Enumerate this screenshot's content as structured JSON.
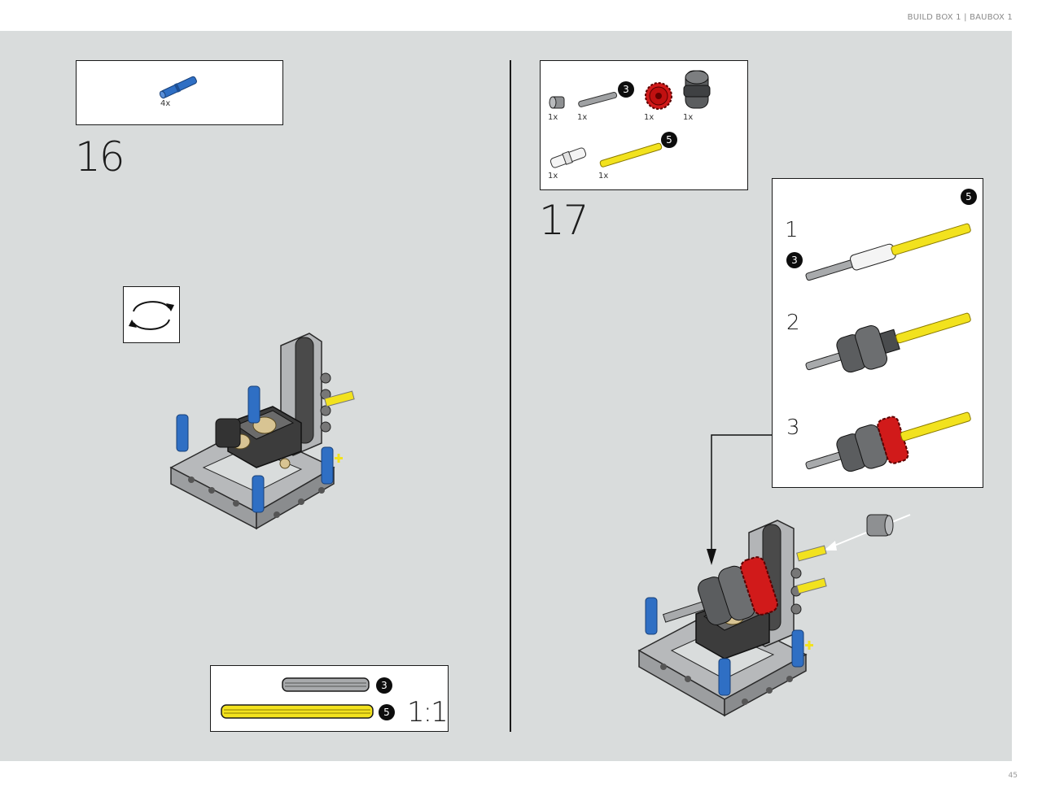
{
  "header": {
    "title": "BUILD BOX 1 | BAUBOX 1"
  },
  "page_number": "45",
  "step16": {
    "number": "16",
    "parts": [
      {
        "name": "blue-pin",
        "qty": "4x",
        "color": "#2f6fc4"
      }
    ],
    "rotate_icon": "rotate-arrows-icon"
  },
  "scale": {
    "axle_3_label": "3",
    "axle_5_label": "5",
    "ratio": "1:1"
  },
  "step17": {
    "number": "17",
    "parts": [
      {
        "name": "bush",
        "qty": "1x"
      },
      {
        "name": "axle-3",
        "qty": "1x",
        "badge": "3"
      },
      {
        "name": "red-gear",
        "qty": "1x",
        "color": "#d11a1a"
      },
      {
        "name": "dark-hub",
        "qty": "1x"
      },
      {
        "name": "connector",
        "qty": "1x"
      },
      {
        "name": "yellow-axle-5",
        "qty": "1x",
        "badge": "5",
        "color": "#f2e21e"
      }
    ],
    "sub_assembly": {
      "steps": [
        "1",
        "2",
        "3"
      ],
      "badge_5": "5",
      "badge_3": "3"
    }
  }
}
